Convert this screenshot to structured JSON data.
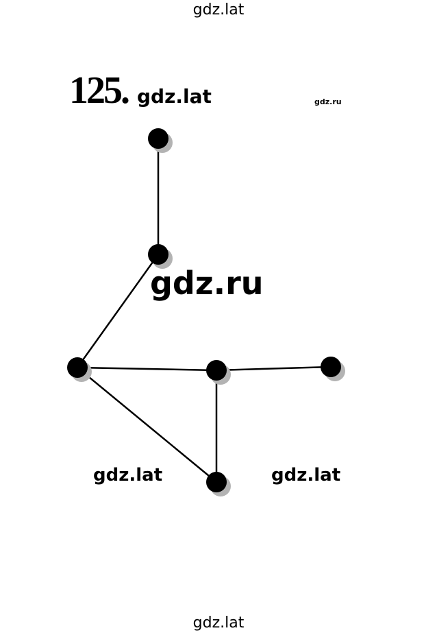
{
  "watermarks": {
    "top": "gdz.lat",
    "header": "gdz.lat",
    "tiny": "gdz.ru",
    "big": "gdz.ru",
    "left": "gdz.lat",
    "right": "gdz.lat",
    "bottom": "gdz.lat"
  },
  "problem": {
    "number": "125."
  },
  "colors": {
    "node": "#000000",
    "shadow": "#b3b3b3",
    "edge": "#000000"
  }
}
